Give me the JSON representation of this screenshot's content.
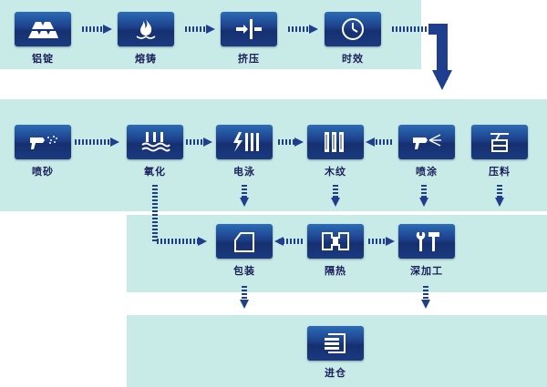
{
  "colors": {
    "band": "#c8ebe8",
    "box_top": "#2b6cb5",
    "box_bottom": "#16306f",
    "arrow": "#1f3f8e",
    "label": "#1a1f5a"
  },
  "steps": {
    "aluminum_ingot": {
      "label": "铝锭",
      "icon": "ingot-stack-icon"
    },
    "melting": {
      "label": "熔铸",
      "icon": "flame-icon"
    },
    "extrusion": {
      "label": "挤压",
      "icon": "extrusion-press-icon"
    },
    "aging": {
      "label": "时效",
      "icon": "clock-icon"
    },
    "sandblasting": {
      "label": "喷砂",
      "icon": "sand-gun-icon"
    },
    "anodizing": {
      "label": "氧化",
      "icon": "bath-waves-icon"
    },
    "electrophoresis": {
      "label": "电泳",
      "icon": "electro-bars-icon"
    },
    "wood_grain": {
      "label": "木纹",
      "icon": "wood-panels-icon"
    },
    "spray_coating": {
      "label": "喷涂",
      "icon": "spray-gun-icon"
    },
    "plastic": {
      "label": "压料",
      "icon": "glyph-icon"
    },
    "packing": {
      "label": "包装",
      "icon": "package-icon"
    },
    "thermal_break": {
      "label": "隔热",
      "icon": "thermal-profile-icon"
    },
    "machining": {
      "label": "深加工",
      "icon": "tools-icon"
    },
    "warehouse": {
      "label": "进仓",
      "icon": "warehouse-icon"
    }
  }
}
